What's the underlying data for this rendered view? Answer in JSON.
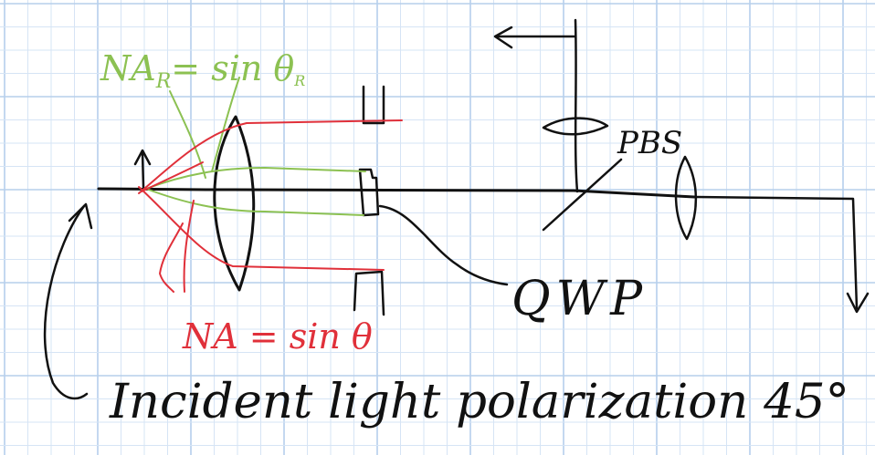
{
  "labels": {
    "na_r": "NA",
    "na_r_sub": "R",
    "na_r_rhs": "= sin θ",
    "na_r_rhs_sub": "R",
    "pbs": "PBS",
    "qwp": "QWP",
    "na": "NA = sin θ",
    "caption": "Incident light polarization 45°"
  },
  "colors": {
    "grid_minor": "#d6e4f5",
    "grid_major": "#b6cfec",
    "ink": "#111111",
    "green": "#8cc152",
    "red": "#e0303a"
  }
}
